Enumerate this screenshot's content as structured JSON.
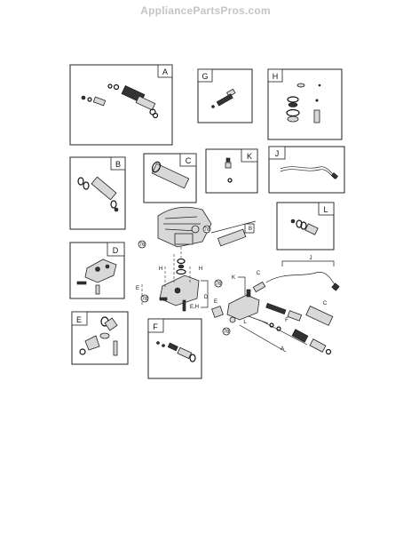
{
  "header": {
    "site_name": "AppliancePartsPros.com"
  },
  "inset_panels": [
    {
      "id": "A",
      "label": "A"
    },
    {
      "id": "B",
      "label": "B"
    },
    {
      "id": "C",
      "label": "C"
    },
    {
      "id": "D",
      "label": "D"
    },
    {
      "id": "E",
      "label": "E"
    },
    {
      "id": "F",
      "label": "F"
    },
    {
      "id": "G",
      "label": "G"
    },
    {
      "id": "H",
      "label": "H"
    },
    {
      "id": "J",
      "label": "J"
    },
    {
      "id": "K",
      "label": "K"
    },
    {
      "id": "L",
      "label": "L"
    }
  ],
  "main_callouts": {
    "B": "B",
    "C": "C",
    "D": "D",
    "E": "E",
    "F": "F",
    "H1": "H",
    "H2": "H",
    "J": "J",
    "K": "K",
    "L": "L",
    "A": "A",
    "EH": "E,H",
    "E2": "E"
  },
  "circle_callouts": {
    "c1": "76",
    "c2": "78",
    "c3": "78",
    "c4": "76",
    "c5": "76"
  }
}
